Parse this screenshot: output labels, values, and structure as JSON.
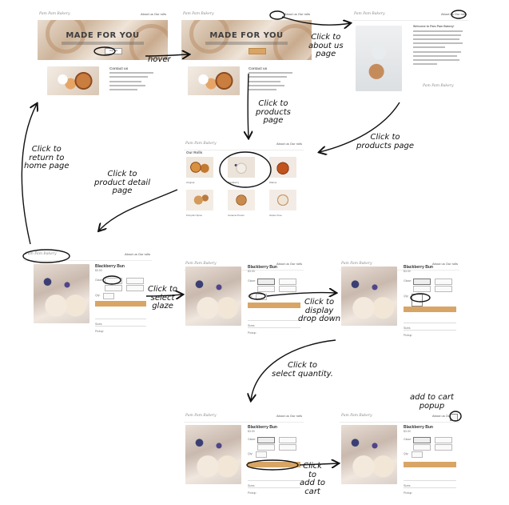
{
  "brand": "Pam Pam Bakery",
  "nav_links": "About us   Our rolls",
  "hero": {
    "title": "MADE FOR YOU",
    "button": "shop rolls"
  },
  "home_info_heading": "Contact us",
  "about_heading": "Welcome to Pam Pam Bakery!",
  "products": {
    "heading": "Our Rolls",
    "items": [
      "Original",
      "Blackberry",
      "Walnut",
      "Pumpkin Spice",
      "Caramel Pecan",
      "Gluten Free"
    ]
  },
  "detail": {
    "name": "Blackberry Bun",
    "price": "$3.00",
    "glaze_label": "Glaze:",
    "qty_label": "Qty:",
    "accordion": [
      "Sizes",
      "Pickup"
    ]
  },
  "annotations": {
    "hover": "hover",
    "about": "Click to\nabout us\npage",
    "products_from_home": "Click to\nproducts\npage",
    "products_from_about": "Click to\nproducts page",
    "detail": "Click to\nproduct detail\npage",
    "return_home": "Click to\nreturn to\nhome page",
    "glaze": "Click to\nselect\nglaze",
    "dropdown": "Click to\ndisplay\ndrop down",
    "quantity": "Click to\nselect quantity.",
    "add_to_cart": "Click\nto\nadd to\ncart",
    "popup": "add to cart\npopup"
  }
}
